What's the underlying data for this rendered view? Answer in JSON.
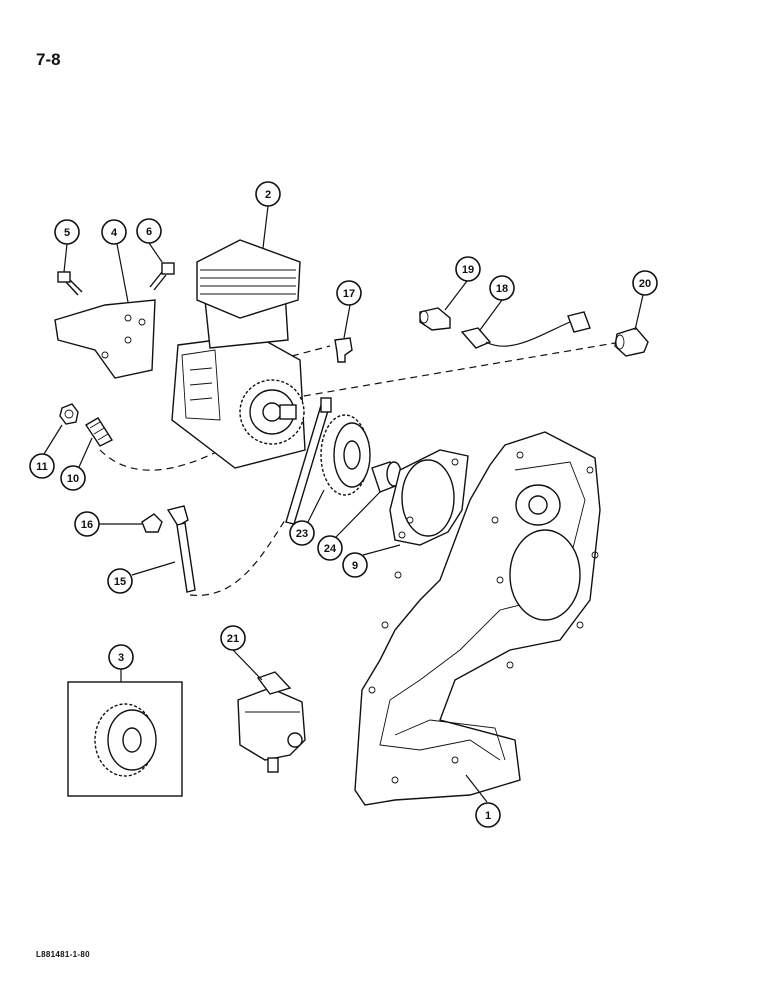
{
  "page_number": "7-8",
  "footer_code": "L881481-1-80",
  "callouts": [
    {
      "id": "c1",
      "label": "1"
    },
    {
      "id": "c2",
      "label": "2"
    },
    {
      "id": "c3",
      "label": "3"
    },
    {
      "id": "c4",
      "label": "4"
    },
    {
      "id": "c5",
      "label": "5"
    },
    {
      "id": "c6",
      "label": "6"
    },
    {
      "id": "c9",
      "label": "9"
    },
    {
      "id": "c10",
      "label": "10"
    },
    {
      "id": "c11",
      "label": "11"
    },
    {
      "id": "c15",
      "label": "15"
    },
    {
      "id": "c16",
      "label": "16"
    },
    {
      "id": "c17",
      "label": "17"
    },
    {
      "id": "c18",
      "label": "18"
    },
    {
      "id": "c19",
      "label": "19"
    },
    {
      "id": "c20",
      "label": "20"
    },
    {
      "id": "c21",
      "label": "21"
    },
    {
      "id": "c23",
      "label": "23"
    },
    {
      "id": "c24",
      "label": "24"
    }
  ]
}
